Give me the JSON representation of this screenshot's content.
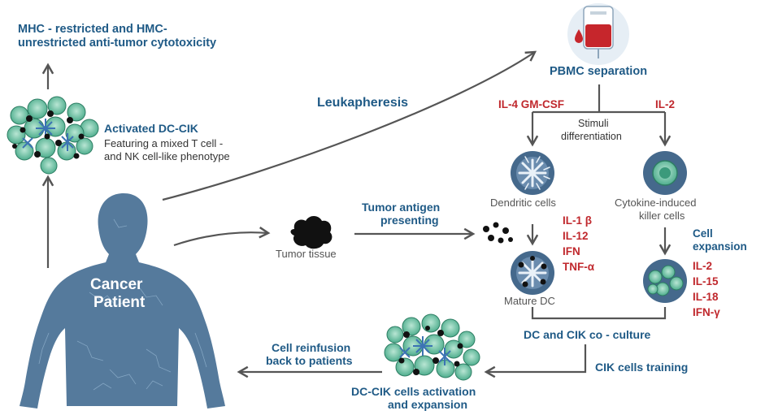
{
  "texts": {
    "mhc_line1": "MHC - restricted and HMC-",
    "mhc_line2": "unrestricted anti-tumor cytotoxicity",
    "activated_title": "Activated DC-CIK",
    "activated_desc1": "Featuring a mixed T cell -",
    "activated_desc2": "and NK cell-like phenotype",
    "leukapheresis": "Leukapheresis",
    "pbmc": "PBMC separation",
    "il4_gmcsf": "IL-4 GM-CSF",
    "il2_top": "IL-2",
    "stimuli1": "Stimuli",
    "stimuli2": "differentiation",
    "dendritic": "Dendritic cells",
    "cik1": "Cytokine-induced",
    "cik2": "killer cells",
    "tumor_antigen1": "Tumor antigen",
    "tumor_antigen2": "presenting",
    "tumor_tissue": "Tumor tissue",
    "il1b": "IL-1 β",
    "il12": "IL-12",
    "ifn": "IFN",
    "tnfa": "TNF-α",
    "cell_expansion1": "Cell",
    "cell_expansion2": "expansion",
    "il2_right": "IL-2",
    "il15": "IL-15",
    "il18": "IL-18",
    "ifng": "IFN-γ",
    "mature_dc": "Mature DC",
    "coculture": "DC and CIK co - culture",
    "cik_training": "CIK cells training",
    "reinfusion1": "Cell reinfusion",
    "reinfusion2": "back to patients",
    "activation1": "DC-CIK cells activation",
    "activation2": "and expansion",
    "cancer1": "Cancer",
    "cancer2": "Patient"
  },
  "colors": {
    "label_blue": "#1f5a86",
    "cytokine_red": "#c0282d",
    "body_blue": "#557a9c",
    "cell_green": "#6fc4a6",
    "arrow_gray": "#555555"
  }
}
